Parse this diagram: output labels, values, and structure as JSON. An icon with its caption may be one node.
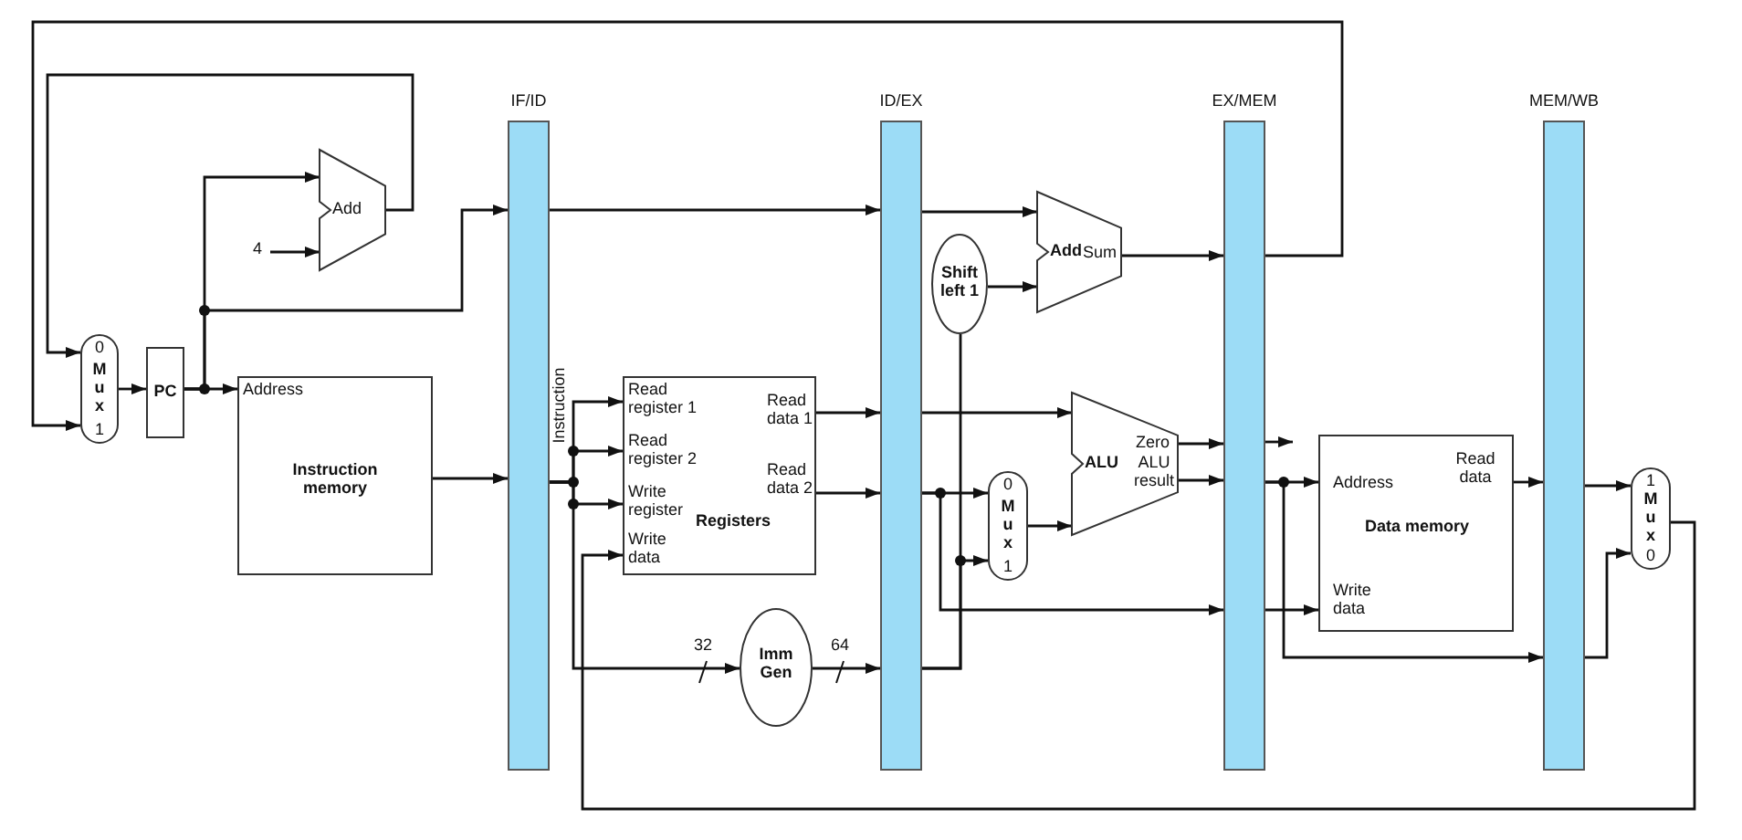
{
  "diagram": {
    "nodes": [
      {
        "text": [
          "IF/ID"
        ]
      },
      {
        "text": [
          "ID/EX"
        ]
      },
      {
        "text": [
          "EX/MEM"
        ]
      },
      {
        "text": [
          "MEM/WB"
        ]
      },
      {
        "text": [
          "Add"
        ]
      },
      {
        "text": [
          "4"
        ]
      },
      {
        "text": [
          "0",
          "Mux",
          "1"
        ]
      },
      {
        "text": [
          "PC"
        ]
      },
      {
        "text": [
          "Address",
          "Instruction memory"
        ]
      },
      {
        "text": [
          "Read register 1",
          "Read register 2",
          "Write register",
          "Write data",
          "Registers",
          "Read data 1",
          "Read data 2"
        ]
      },
      {
        "text": [
          "Shift left 1"
        ]
      },
      {
        "text": [
          "Add",
          "Sum"
        ]
      },
      {
        "text": [
          "ALU",
          "Zero",
          "ALU result"
        ]
      },
      {
        "text": [
          "0",
          "Mux",
          "1"
        ]
      },
      {
        "text": [
          "Imm Gen"
        ]
      },
      {
        "text": [
          "Address",
          "Read data",
          "Data memory",
          "Write data"
        ]
      },
      {
        "text": [
          "1",
          "Mux",
          "0"
        ]
      }
    ],
    "edges": [
      {
        "from": 6,
        "to": 7,
        "arrow": "to"
      },
      {
        "from": 7,
        "to": 8,
        "arrow": "to"
      },
      {
        "from": 7,
        "to": 4,
        "arrow": "to"
      },
      {
        "from": 7,
        "to": 0,
        "arrow": "to"
      },
      {
        "from": 5,
        "to": 4,
        "arrow": "to"
      },
      {
        "from": 4,
        "to": 6,
        "arrow": "to"
      },
      {
        "from": 2,
        "to": 6,
        "arrow": "to"
      },
      {
        "from": 8,
        "to": 0,
        "arrow": "to"
      },
      {
        "from": 0,
        "to": 1,
        "arrow": "to"
      },
      {
        "from": 0,
        "to": 9,
        "arrow": "to"
      },
      {
        "from": 0,
        "to": 9,
        "arrow": "to"
      },
      {
        "from": 0,
        "to": 9,
        "arrow": "to"
      },
      {
        "from": 0,
        "to": 14,
        "arrow": "to",
        "label": "32"
      },
      {
        "from": 16,
        "to": 9,
        "arrow": "to"
      },
      {
        "from": 9,
        "to": 1,
        "arrow": "to"
      },
      {
        "from": 9,
        "to": 1,
        "arrow": "to"
      },
      {
        "from": 14,
        "to": 1,
        "arrow": "to",
        "label": "64"
      },
      {
        "from": 1,
        "to": 11,
        "arrow": "to"
      },
      {
        "from": 10,
        "to": 11,
        "arrow": "to"
      },
      {
        "from": 1,
        "to": 12,
        "arrow": "to"
      },
      {
        "from": 1,
        "to": 13,
        "arrow": "to"
      },
      {
        "from": 1,
        "to": 2,
        "arrow": "to"
      },
      {
        "from": 1,
        "to": 10,
        "arrow": "none"
      },
      {
        "from": 1,
        "to": 13,
        "arrow": "to"
      },
      {
        "from": 13,
        "to": 12,
        "arrow": "to"
      },
      {
        "from": 11,
        "to": 2,
        "arrow": "to"
      },
      {
        "from": 12,
        "to": 2,
        "arrow": "to"
      },
      {
        "from": 12,
        "to": 2,
        "arrow": "to"
      },
      {
        "from": 2,
        "to": null,
        "arrow": "to"
      },
      {
        "from": 2,
        "to": 15,
        "arrow": "to"
      },
      {
        "from": 2,
        "to": 3,
        "arrow": "to"
      },
      {
        "from": 2,
        "to": 15,
        "arrow": "to"
      },
      {
        "from": 15,
        "to": 3,
        "arrow": "to"
      },
      {
        "from": 3,
        "to": 16,
        "arrow": "to"
      },
      {
        "from": 3,
        "to": 16,
        "arrow": "to"
      }
    ],
    "labels": [
      "Instruction"
    ]
  }
}
